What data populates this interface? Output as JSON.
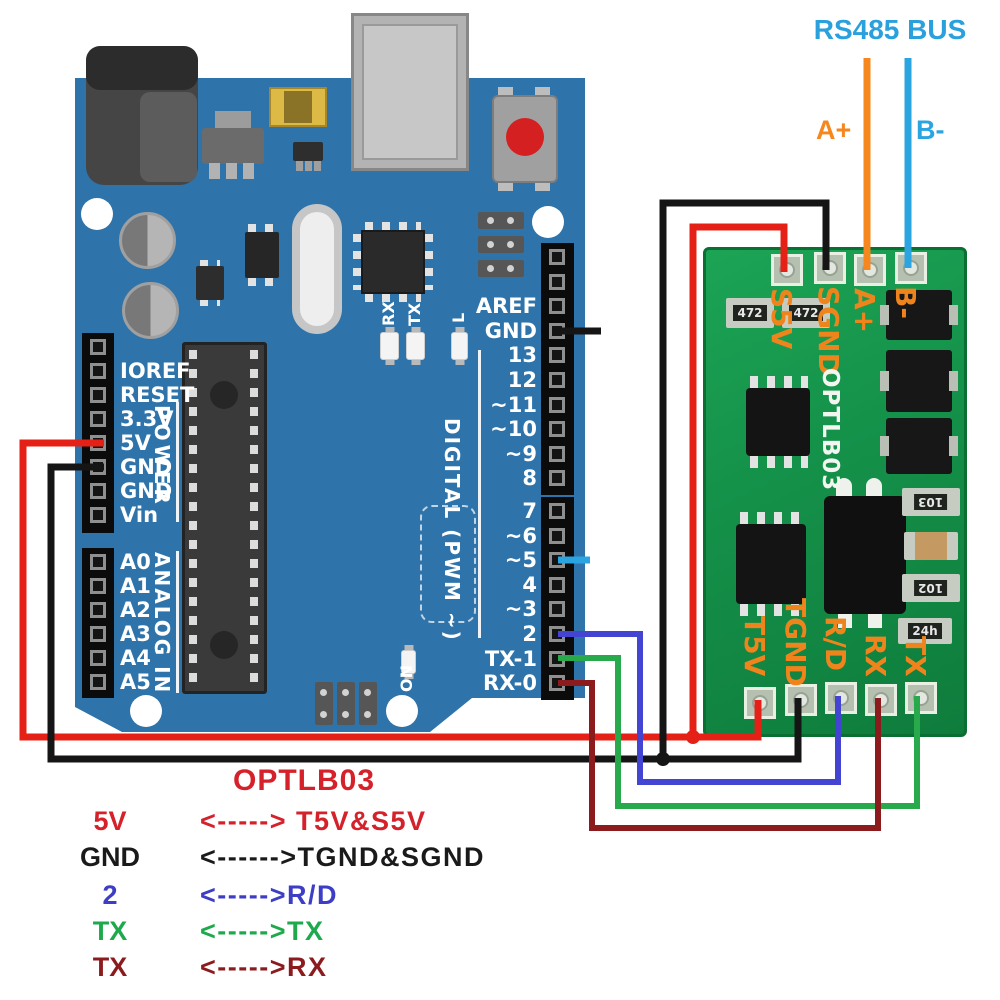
{
  "bus": {
    "title": "RS485 BUS",
    "a": "A+",
    "b": "B-"
  },
  "colors": {
    "bus_blue": "#2aa0dd",
    "orange": "#f5871e",
    "red": "#e52016",
    "black": "#151515",
    "blue": "#4444d2",
    "green": "#27a94c",
    "maroon": "#8c1b1e",
    "lightblue": "#2aa5e1",
    "pin_orange": "#f0841c",
    "silk_white": "#f2f5f0",
    "caption_red": "#d4212a",
    "caption_black": "#1a1a1a",
    "caption_blue": "#3d3dc6",
    "caption_green": "#1ea94c",
    "caption_maroon": "#8c1b1e",
    "board_blue": "#2e73aa",
    "pcb_green": "#149049"
  },
  "arduino": {
    "power_label": "POWER",
    "analog_label": "ANALOG IN",
    "digital_label": "DIGITAL (PWM ~)",
    "power_pins": [
      "IOREF",
      "RESET",
      "3.3V",
      "5V",
      "GND",
      "GND",
      "Vin"
    ],
    "analog_pins": [
      "A0",
      "A1",
      "A2",
      "A3",
      "A4",
      "A5"
    ],
    "digital_top": [
      "AREF",
      "GND",
      "13",
      "12",
      "~11",
      "~10",
      "~9",
      "8"
    ],
    "digital_bottom": [
      "7",
      "~6",
      "~5",
      "4",
      "~3",
      "2",
      "TX-1",
      "RX-0"
    ],
    "rx": "RX",
    "tx": "TX",
    "l": "L",
    "on": "ON"
  },
  "module": {
    "silkscreen": "OPTLB03",
    "top_pins": [
      "S5V",
      "SGND",
      "A+",
      "B-"
    ],
    "bottom_pins": [
      "T5V",
      "TGND",
      "R/D",
      "RX",
      "TX"
    ],
    "smd": {
      "r1": "472",
      "r2": "472",
      "r3": "103",
      "r4": "102",
      "r5": "24h"
    }
  },
  "caption": {
    "title": "OPTLB03",
    "lines": [
      {
        "left": "5V",
        "rest": "<-----> T5V&S5V",
        "color": "#d4212a"
      },
      {
        "left": "GND",
        "rest": "<------>TGND&SGND",
        "color": "#1a1a1a"
      },
      {
        "left": "2",
        "rest": "<----->R/D",
        "color": "#3d3dc6"
      },
      {
        "left": "TX",
        "rest": "<----->TX",
        "color": "#1ea94c"
      },
      {
        "left": "TX",
        "rest": "<----->RX",
        "color": "#8c1b1e"
      }
    ]
  }
}
